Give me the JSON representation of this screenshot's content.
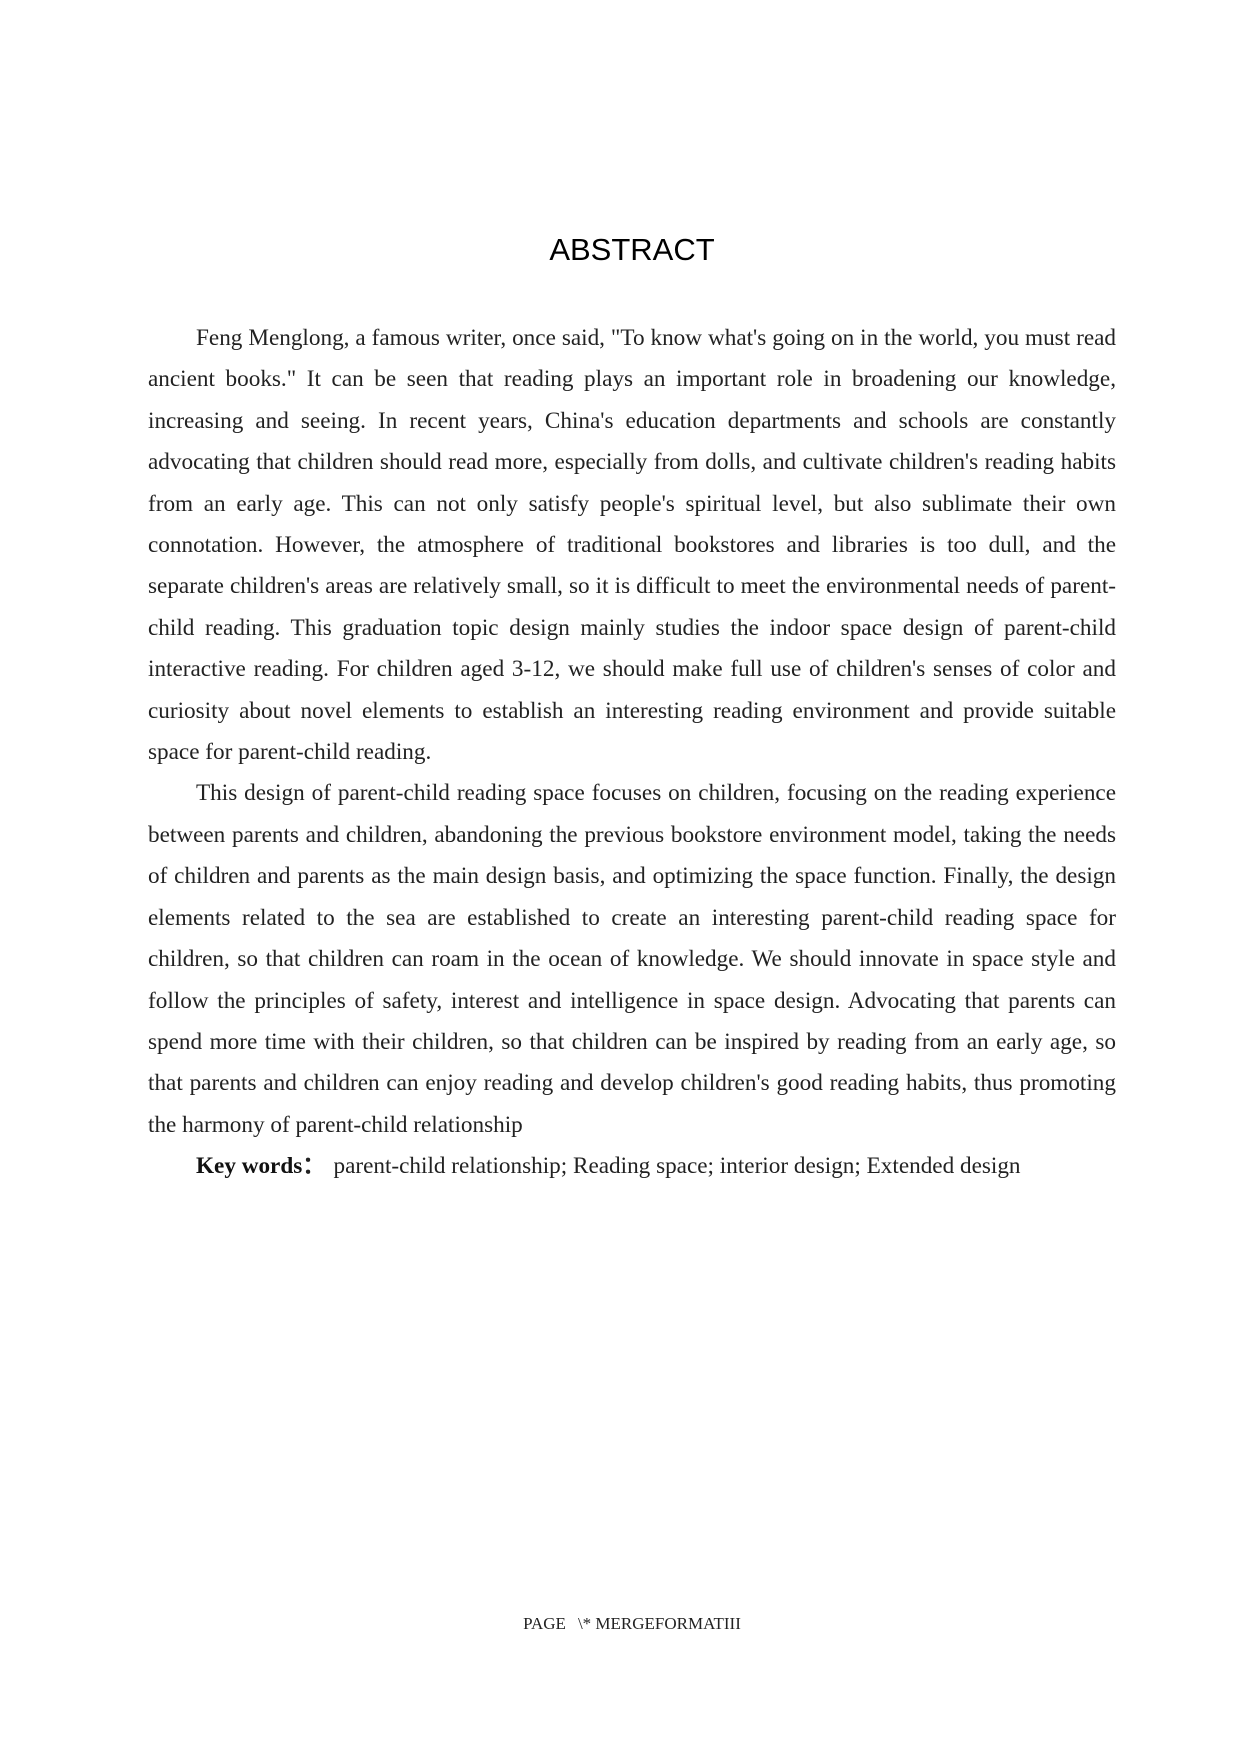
{
  "document": {
    "title": "ABSTRACT",
    "paragraphs": [
      "Feng Menglong, a famous writer, once said, \"To know what's going on in the world, you must read ancient books.\" It can be seen that reading plays an important role in broadening our knowledge, increasing and seeing. In recent years, China's education departments and schools are constantly advocating that children should read more, especially from dolls, and cultivate children's reading habits from an early age. This can not only satisfy people's spiritual level, but also sublimate their own connotation. However, the atmosphere of traditional bookstores and libraries is too dull, and the separate children's areas are relatively small, so it is difficult to meet the environmental needs of parent-child reading. This graduation topic design mainly studies the indoor space design of parent-child interactive reading. For children aged 3-12, we should make full use of children's senses of color and curiosity about novel elements to establish an interesting reading environment and provide suitable space for parent-child reading.",
      "This design of parent-child reading space focuses on children, focusing on the reading experience between parents and children, abandoning the previous bookstore environment model, taking the needs of children and parents as the main design basis, and optimizing the space function. Finally, the design elements related to the sea are established to create an interesting parent-child reading space for children, so that children can roam in the ocean of knowledge. We should innovate in space style and follow the principles of safety, interest and intelligence in space design. Advocating that parents can spend more time with their children, so that children can be inspired by reading from an early age, so that parents and children can enjoy reading and develop children's good reading habits, thus promoting the harmony of parent-child relationship"
    ],
    "keywords": {
      "label": "Key words",
      "separator": "：",
      "value": "parent-child relationship; Reading space; interior design; Extended design"
    }
  },
  "footer": {
    "field_code": "PAGE",
    "field_switch": "\\* MERGEFORMAT",
    "page_number": "III"
  }
}
